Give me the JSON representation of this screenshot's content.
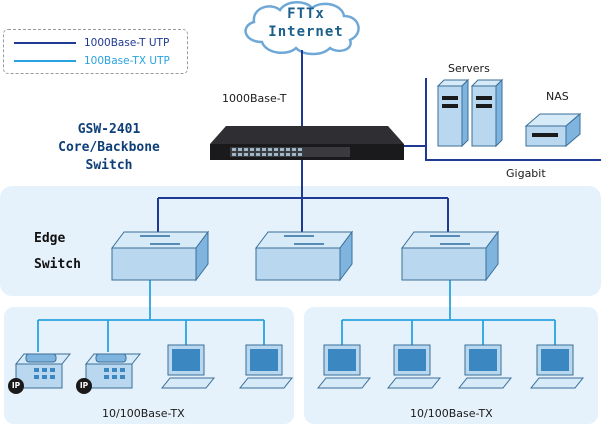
{
  "legend": {
    "items": [
      {
        "label": "1000Base-T UTP",
        "color": "#1f3a93"
      },
      {
        "label": "100Base-TX UTP",
        "color": "#29a3e0"
      }
    ]
  },
  "cloud": {
    "line1": "FTTx",
    "line2": "Internet"
  },
  "uplink_label": "1000Base-T",
  "core_switch": {
    "line1": "GSW-2401",
    "line2": "Core/Backbone",
    "line3": "Switch"
  },
  "servers_label": "Servers",
  "nas_label": "NAS",
  "gigabit_label": "Gigabit",
  "edge_switch": {
    "line1": "Edge",
    "line2": "Switch"
  },
  "left_group_label": "10/100Base-TX",
  "right_group_label": "10/100Base-TX",
  "ip_phone_badge": "IP",
  "colors": {
    "gigabit_line": "#1f3a93",
    "fast_line": "#29a3e0",
    "zone_fill": "#e6f2fb",
    "device_blue": "#b9d8f0",
    "device_dark": "#3a87c2"
  }
}
